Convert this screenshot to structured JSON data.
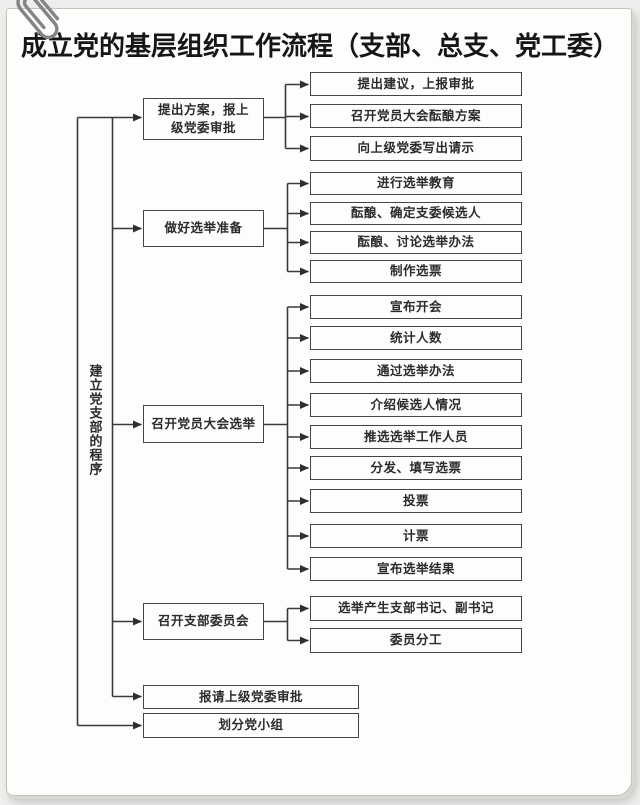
{
  "page": {
    "title": "成立党的基层组织工作流程（支部、总支、党工委）",
    "trunk_label": "建立党支部的程序"
  },
  "branches": [
    {
      "label": "提出方案，报上级党委审批",
      "children": [
        "提出建议，上报审批",
        "召开党员大会酝酿方案",
        "向上级党委写出请示"
      ]
    },
    {
      "label": "做好选举准备",
      "children": [
        "进行选举教育",
        "酝酿、确定支委候选人",
        "酝酿、讨论选举办法",
        "制作选票"
      ]
    },
    {
      "label": "召开党员大会选举",
      "children": [
        "宣布开会",
        "统计人数",
        "通过选举办法",
        "介绍候选人情况",
        "推选选举工作人员",
        "分发、填写选票",
        "投票",
        "计票",
        "宣布选举结果"
      ]
    },
    {
      "label": "召开支部委员会",
      "children": [
        "选举产生支部书记、副书记",
        "委员分工"
      ]
    },
    {
      "label": "报请上级党委审批",
      "children": []
    },
    {
      "label": "划分党小组",
      "children": []
    }
  ],
  "colors": {
    "line": "#3a3a3a",
    "box_border": "#454545",
    "paper": "#fdfdfc",
    "background": "#eeeeec"
  }
}
